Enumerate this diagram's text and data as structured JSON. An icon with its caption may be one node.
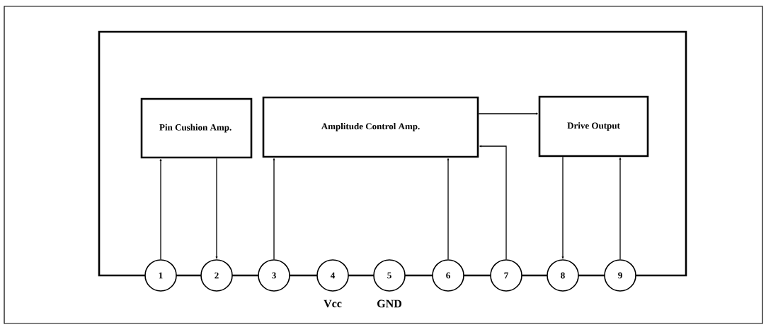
{
  "diagram": {
    "nodes": [
      {
        "text": [
          "Pin Cushion Amp."
        ]
      },
      {
        "text": [
          "Amplitude Control Amp."
        ]
      },
      {
        "text": [
          "Drive Output"
        ]
      },
      {
        "text": [
          "1"
        ]
      },
      {
        "text": [
          "2"
        ]
      },
      {
        "text": [
          "3"
        ]
      },
      {
        "text": [
          "4"
        ],
        "beside": [
          "Vcc"
        ]
      },
      {
        "text": [
          "5"
        ],
        "beside": [
          "GND"
        ]
      },
      {
        "text": [
          "6"
        ]
      },
      {
        "text": [
          "7"
        ]
      },
      {
        "text": [
          "8"
        ]
      },
      {
        "text": [
          "9"
        ]
      }
    ],
    "edges": [
      {
        "from": 3,
        "to": 0,
        "arrow": "to"
      },
      {
        "from": 0,
        "to": 4,
        "arrow": "to"
      },
      {
        "from": 5,
        "to": 1,
        "arrow": "to"
      },
      {
        "from": 8,
        "to": 1,
        "arrow": "to"
      },
      {
        "from": 9,
        "to": 1,
        "arrow": "to"
      },
      {
        "from": 1,
        "to": 2,
        "arrow": "to"
      },
      {
        "from": 2,
        "to": 10,
        "arrow": "to"
      },
      {
        "from": 11,
        "to": 2,
        "arrow": "to"
      }
    ]
  }
}
